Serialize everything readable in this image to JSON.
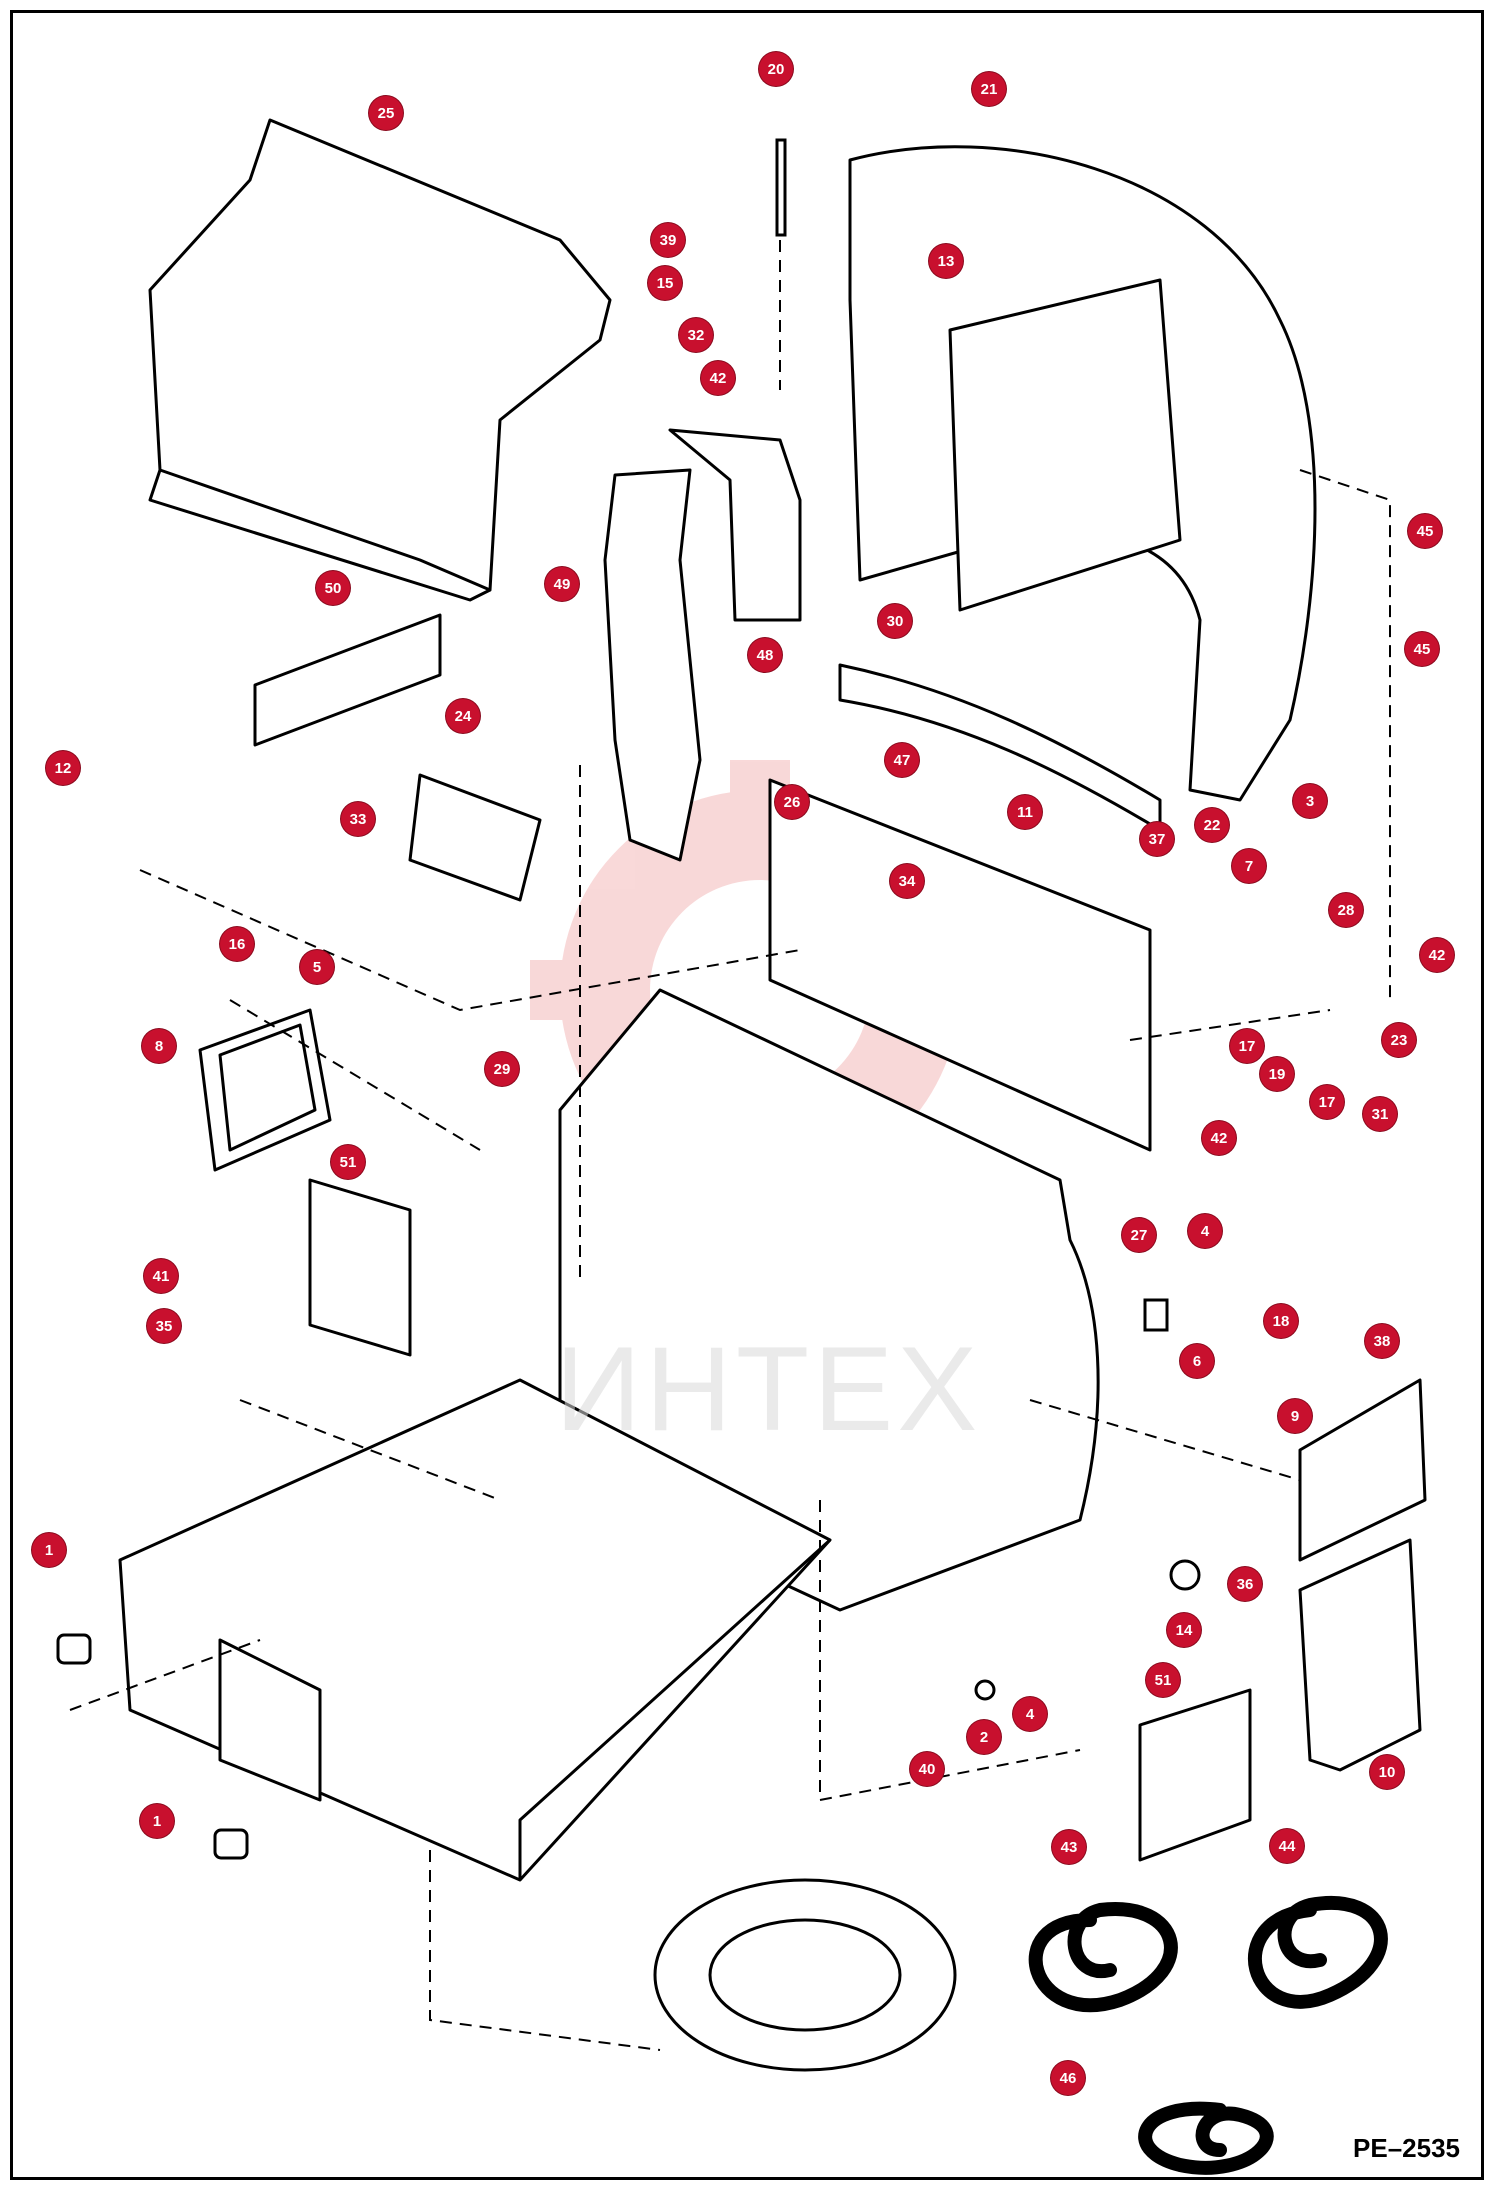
{
  "diagram_id": "PE–2535",
  "watermark": "ИНТЕХ",
  "callouts": [
    "20",
    "21",
    "25",
    "39",
    "15",
    "13",
    "32",
    "42",
    "45",
    "49",
    "50",
    "48",
    "30",
    "45",
    "12",
    "24",
    "47",
    "33",
    "26",
    "11",
    "37",
    "22",
    "3",
    "34",
    "7",
    "28",
    "16",
    "5",
    "42",
    "8",
    "29",
    "23",
    "17",
    "19",
    "17",
    "31",
    "42",
    "51",
    "27",
    "4",
    "18",
    "38",
    "41",
    "35",
    "6",
    "9",
    "1",
    "36",
    "14",
    "2",
    "4",
    "51",
    "40",
    "10",
    "1",
    "43",
    "44",
    "46"
  ]
}
